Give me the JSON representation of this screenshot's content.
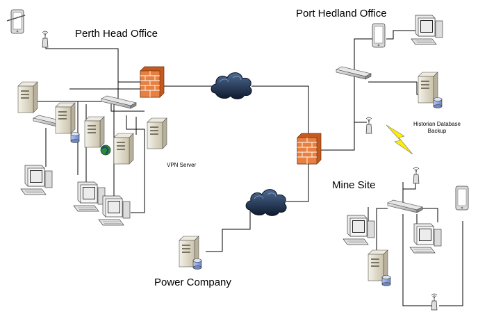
{
  "labels": {
    "perth": "Perth Head Office",
    "port_hedland": "Port Hedland Office",
    "mine": "Mine Site",
    "power": "Power Company",
    "vpn": "VPN Server",
    "historian_line1": "Historian Database",
    "historian_line2": "Backup"
  },
  "colors": {
    "firewall": "#e8803f",
    "cloud": "#1f2f4a",
    "server": "#ddd7c5",
    "lightning": "#ffee00"
  }
}
